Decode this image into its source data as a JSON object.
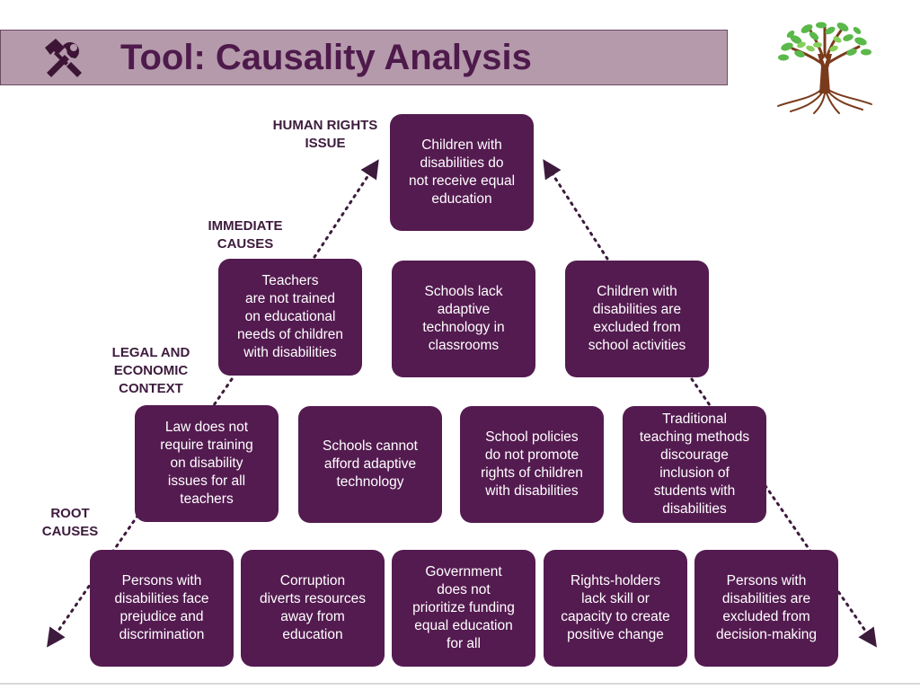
{
  "header": {
    "title": "Tool: Causality Analysis",
    "title_bar_color": "#b59aac",
    "title_text_color": "#4e1a4b",
    "icon": "tools-icon",
    "logo": "tree-logo"
  },
  "diagram": {
    "box_color": "#541b50",
    "labels": {
      "human_rights": "HUMAN RIGHTS\nISSUE",
      "immediate": "IMMEDIATE\nCAUSES",
      "legal": "LEGAL AND\nECONOMIC\nCONTEXT",
      "root": "ROOT\nCAUSES"
    },
    "issue": {
      "text": "Children with\ndisabilities do\nnot receive equal\neducation"
    },
    "immediate_causes": [
      {
        "text": "Teachers\nare not trained\non educational\nneeds of children\nwith disabilities"
      },
      {
        "text": "Schools lack\nadaptive\ntechnology in\nclassrooms"
      },
      {
        "text": "Children with\ndisabilities are\nexcluded from\nschool activities"
      }
    ],
    "legal_economic": [
      {
        "text": "Law does not\nrequire training\non disability\nissues for all\nteachers"
      },
      {
        "text": "Schools cannot\nafford adaptive\ntechnology"
      },
      {
        "text": "School policies\ndo not promote\nrights of children\nwith disabilities"
      },
      {
        "text": "Traditional\nteaching methods\ndiscourage\ninclusion of\nstudents with\ndisabilities"
      }
    ],
    "root_causes": [
      {
        "text": "Persons with\ndisabilities face\nprejudice and\ndiscrimination"
      },
      {
        "text": "Corruption\ndiverts resources\naway from\neducation"
      },
      {
        "text": "Government\ndoes not\nprioritize funding\nequal education\nfor all"
      },
      {
        "text": "Rights-holders\nlack skill or\ncapacity to create\npositive change"
      },
      {
        "text": "Persons with\ndisabilities are\nexcluded from\ndecision-making"
      }
    ]
  }
}
